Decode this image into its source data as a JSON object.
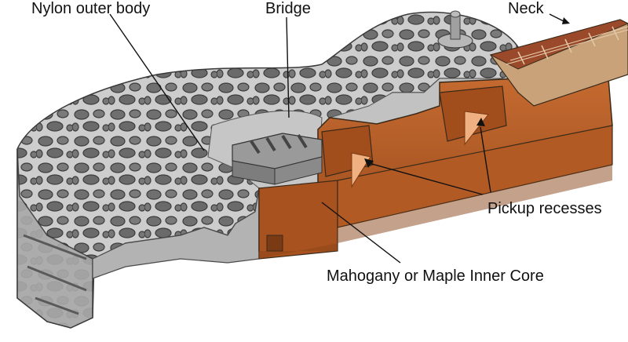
{
  "diagram": {
    "labels": {
      "nylon_outer_body": "Nylon outer body",
      "bridge": "Bridge",
      "neck": "Neck",
      "pickup_recesses": "Pickup recesses",
      "inner_core": "Mahogany or Maple Inner Core"
    },
    "colors": {
      "background": "#ffffff",
      "nylon": "#c9c9c9",
      "nylon_shadow": "#8e8e8e",
      "wood_core": "#b5602a",
      "wood_core_dark": "#8a4318",
      "neck_wood": "#c9a27a",
      "fretboard": "#9a4a2a",
      "pickup_recess_face": "#f0b080"
    }
  }
}
